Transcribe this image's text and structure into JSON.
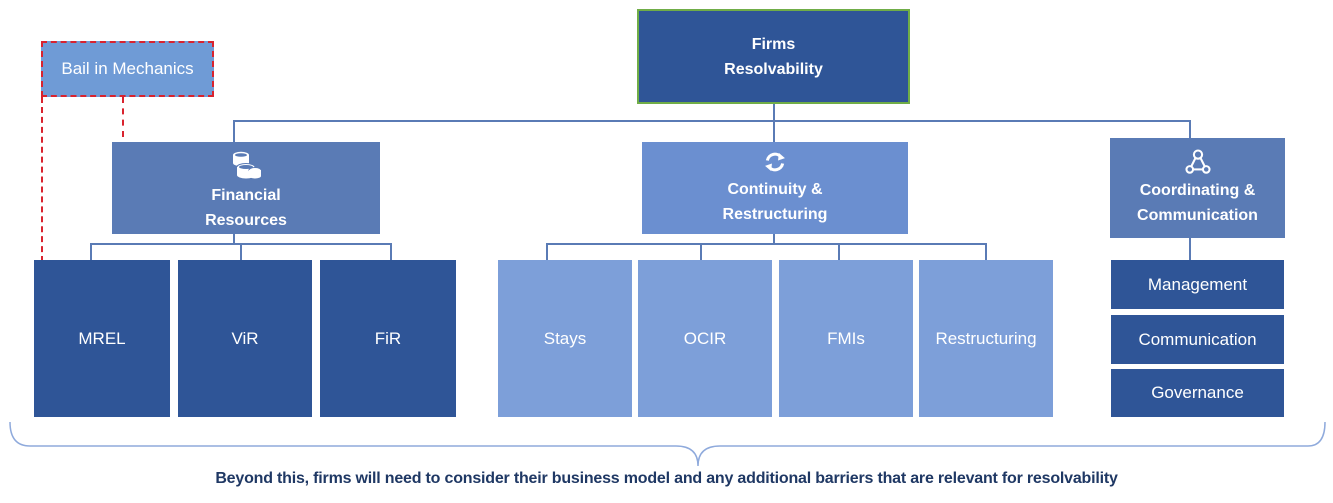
{
  "root": {
    "line1": "Firms",
    "line2": "Resolvability"
  },
  "bail_in": {
    "label": "Bail in Mechanics"
  },
  "categories": [
    {
      "line1": "Financial",
      "line2": "Resources",
      "icon": "coins-icon"
    },
    {
      "line1": "Continuity &",
      "line2": "Restructuring",
      "icon": "refresh-icon"
    },
    {
      "line1": "Coordinating &",
      "line2": "Communication",
      "icon": "network-icon"
    }
  ],
  "financial_items": [
    "MREL",
    "ViR",
    "FiR"
  ],
  "continuity_items": [
    "Stays",
    "OCIR",
    "FMIs",
    "Restructuring"
  ],
  "coordination_items": [
    "Management",
    "Communication",
    "Governance"
  ],
  "footer": "Beyond this, firms will need to consider their business model and any additional barriers that are relevant for resolvability",
  "colors": {
    "dark_blue": "#2f5597",
    "mid_blue": "#5a7bb5",
    "light_blue": "#7d9fd9",
    "dashed_red": "#d9232e",
    "root_border": "#70ad47"
  }
}
